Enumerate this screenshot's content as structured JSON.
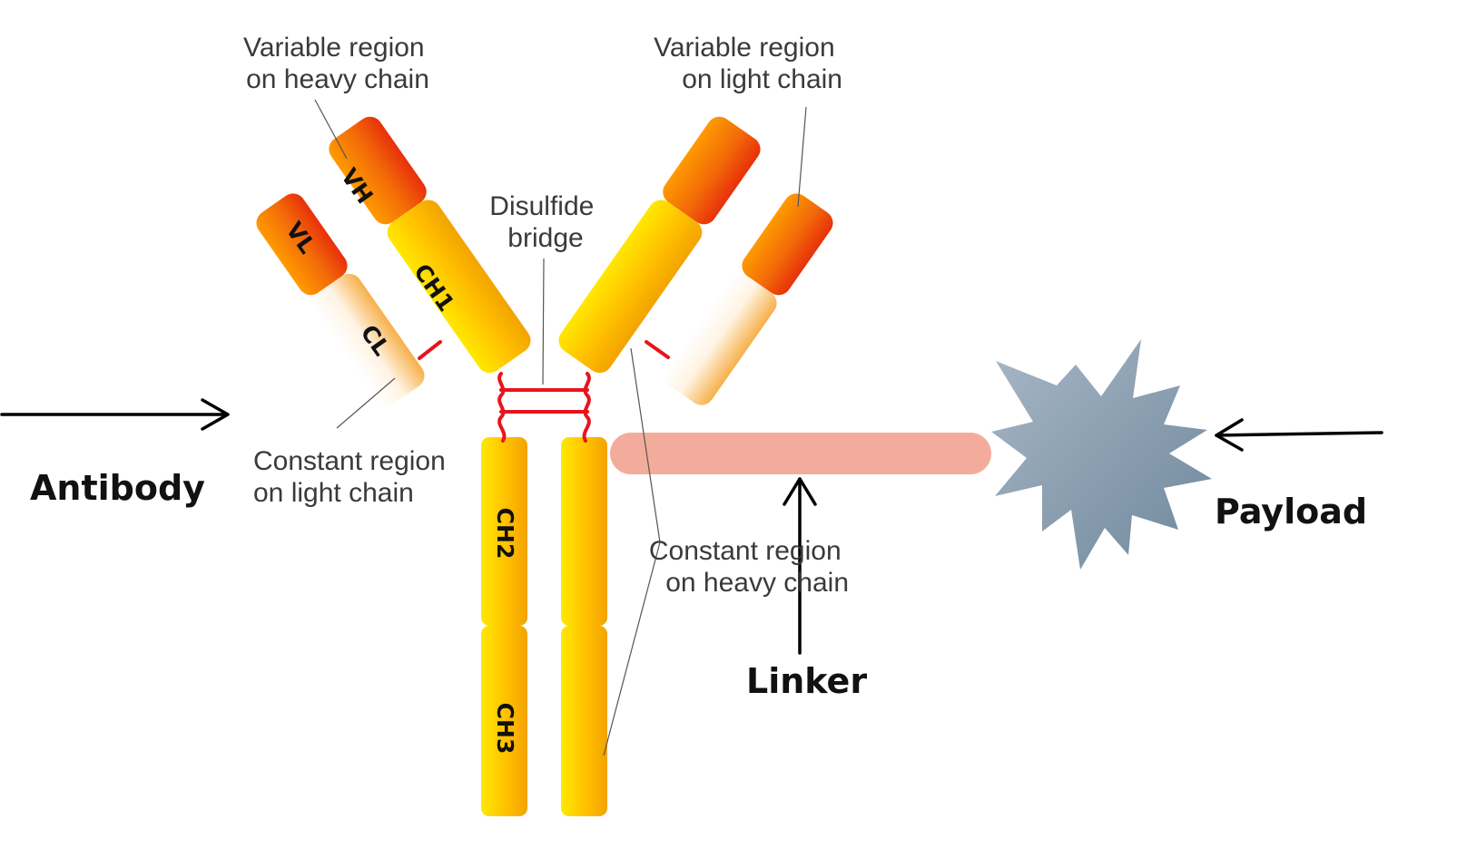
{
  "labels": {
    "variable_heavy": [
      "Variable region",
      "on heavy chain"
    ],
    "variable_light": [
      "Variable region",
      "on light chain"
    ],
    "disulfide": [
      "Disulfide",
      "bridge"
    ],
    "constant_light": [
      "Constant region",
      "on light chain"
    ],
    "constant_heavy": [
      "Constant region",
      "on heavy chain"
    ],
    "antibody": "Antibody",
    "linker": "Linker",
    "payload": "Payload"
  },
  "segments": {
    "vh": "VH",
    "vl": "VL",
    "ch1": "CH1",
    "cl": "CL",
    "ch2": "CH2",
    "ch3": "CH3"
  },
  "colors": {
    "variable_domain": "#f0560a",
    "constant_heavy_domain": "#ffc000",
    "constant_light_domain": "#ffe4b8",
    "disulfide": "#e8141c",
    "linker": "#f2aa98",
    "payload": "#8b9fb2",
    "annotation_text": "#3a3a3a",
    "label_text": "#111111"
  }
}
